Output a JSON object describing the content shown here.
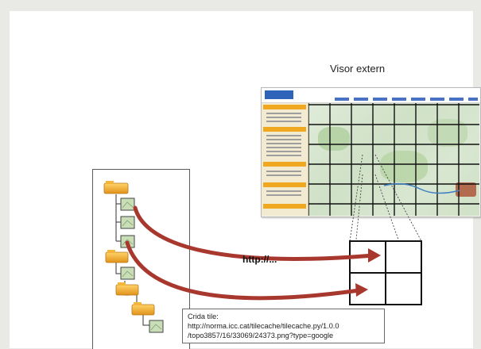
{
  "viewer": {
    "title": "Visor extern"
  },
  "request": {
    "label": "http://..."
  },
  "call_box": {
    "heading": "Crida tile:",
    "line1": "http://norma.icc.cat/tilecache/tilecache.py/1.0.0",
    "line2": "/topo3857/16/33069/24373.png?type=google"
  },
  "colors": {
    "arrow": "#a8382e",
    "folder": "#f0a820",
    "tile_fill": "#c9ddb7",
    "sidebar_header": "#f0a820"
  }
}
